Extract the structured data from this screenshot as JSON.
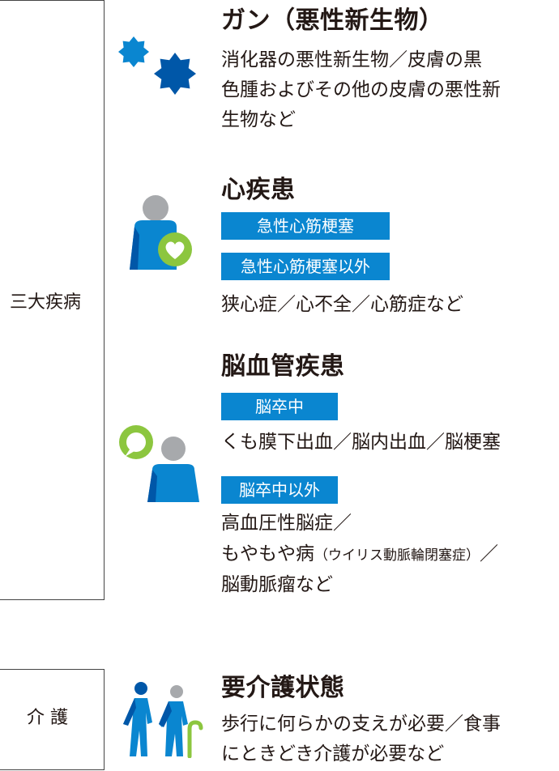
{
  "categories": {
    "major": "三大疾病",
    "care": "介 護"
  },
  "cancer": {
    "title": "ガン（悪性新生物）",
    "lines": [
      "消化器の悪性新生物／皮膚の黒",
      "色腫およびその他の皮膚の悪性新",
      "生物など"
    ]
  },
  "heart": {
    "title": "心疾患",
    "tag1": "急性心筋梗塞",
    "tag2": "急性心筋梗塞以外",
    "desc": "狭心症／心不全／心筋症など"
  },
  "brain": {
    "title": "脳血管疾患",
    "tag1": "脳卒中",
    "desc1": "くも膜下出血／脳内出血／脳梗塞",
    "tag2": "脳卒中以外",
    "line1": "高血圧性脳症／",
    "line2_main": "もやもや病",
    "line2_small": "（ウイリス動脈輪閉塞症）",
    "line2_end": "／",
    "line3": "脳動脈瘤など"
  },
  "care": {
    "title": "要介護状態",
    "lines": [
      "歩行に何らかの支えが必要／食事",
      "にときどき介護が必要など"
    ]
  },
  "colors": {
    "accent_blue": "#0a86d0",
    "dark_blue": "#0057a8",
    "green": "#8cc63f",
    "gray": "#a7a9ac"
  },
  "icons": {
    "cancer": "cells-icon",
    "heart": "person-heart-icon",
    "brain": "person-brain-icon",
    "care": "elderly-walking-icon"
  }
}
